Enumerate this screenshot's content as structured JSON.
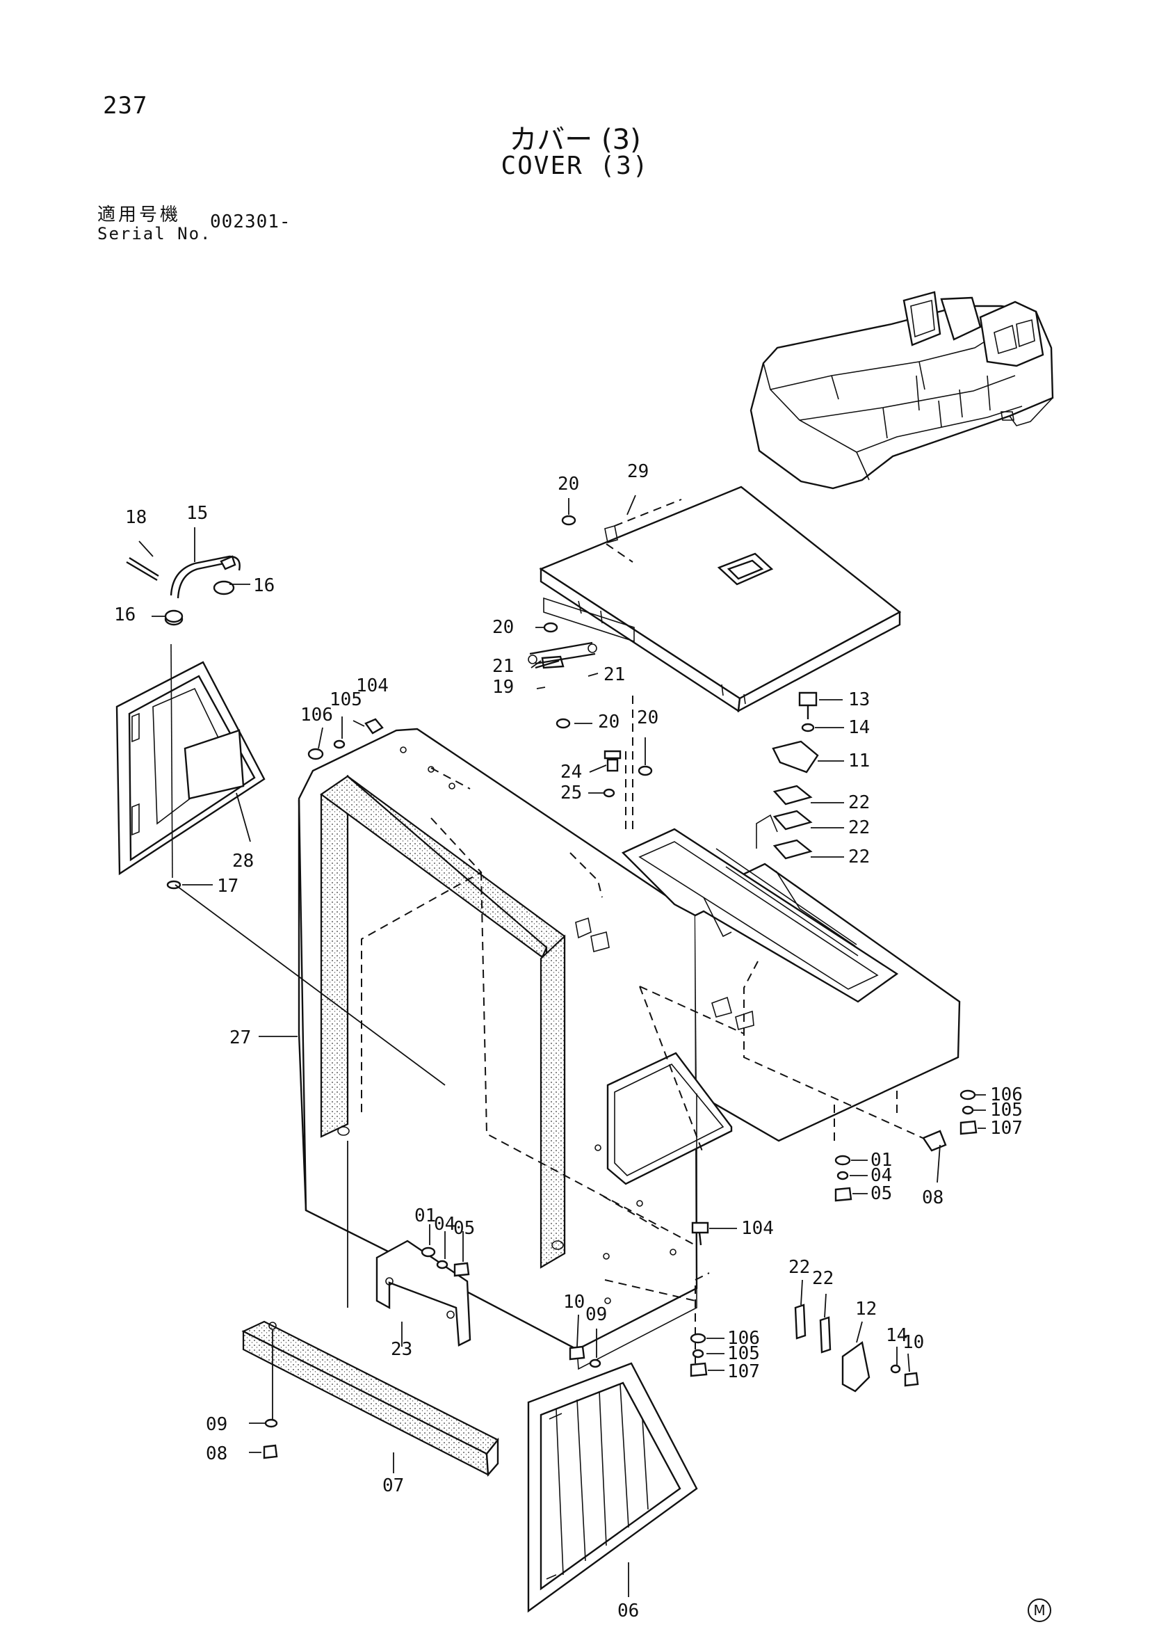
{
  "header": {
    "page_number": "237",
    "title_jp": "カバー (3)",
    "title_en": "COVER (3)",
    "serial_label_jp": "適用号機",
    "serial_label_en": "Serial No.",
    "serial_value": "002301-"
  },
  "callouts": [
    "18",
    "15",
    "16",
    "16",
    "20",
    "29",
    "20",
    "21",
    "19",
    "21",
    "20",
    "20",
    "104",
    "105",
    "106",
    "13",
    "14",
    "11",
    "24",
    "25",
    "22",
    "22",
    "22",
    "28",
    "17",
    "27",
    "106",
    "105",
    "107",
    "01",
    "04",
    "05",
    "08",
    "104",
    "01",
    "04",
    "05",
    "23",
    "22",
    "22",
    "12",
    "14",
    "10",
    "10",
    "09",
    "106",
    "105",
    "107",
    "09",
    "08",
    "07",
    "06"
  ],
  "footer": {
    "mark": "M"
  }
}
